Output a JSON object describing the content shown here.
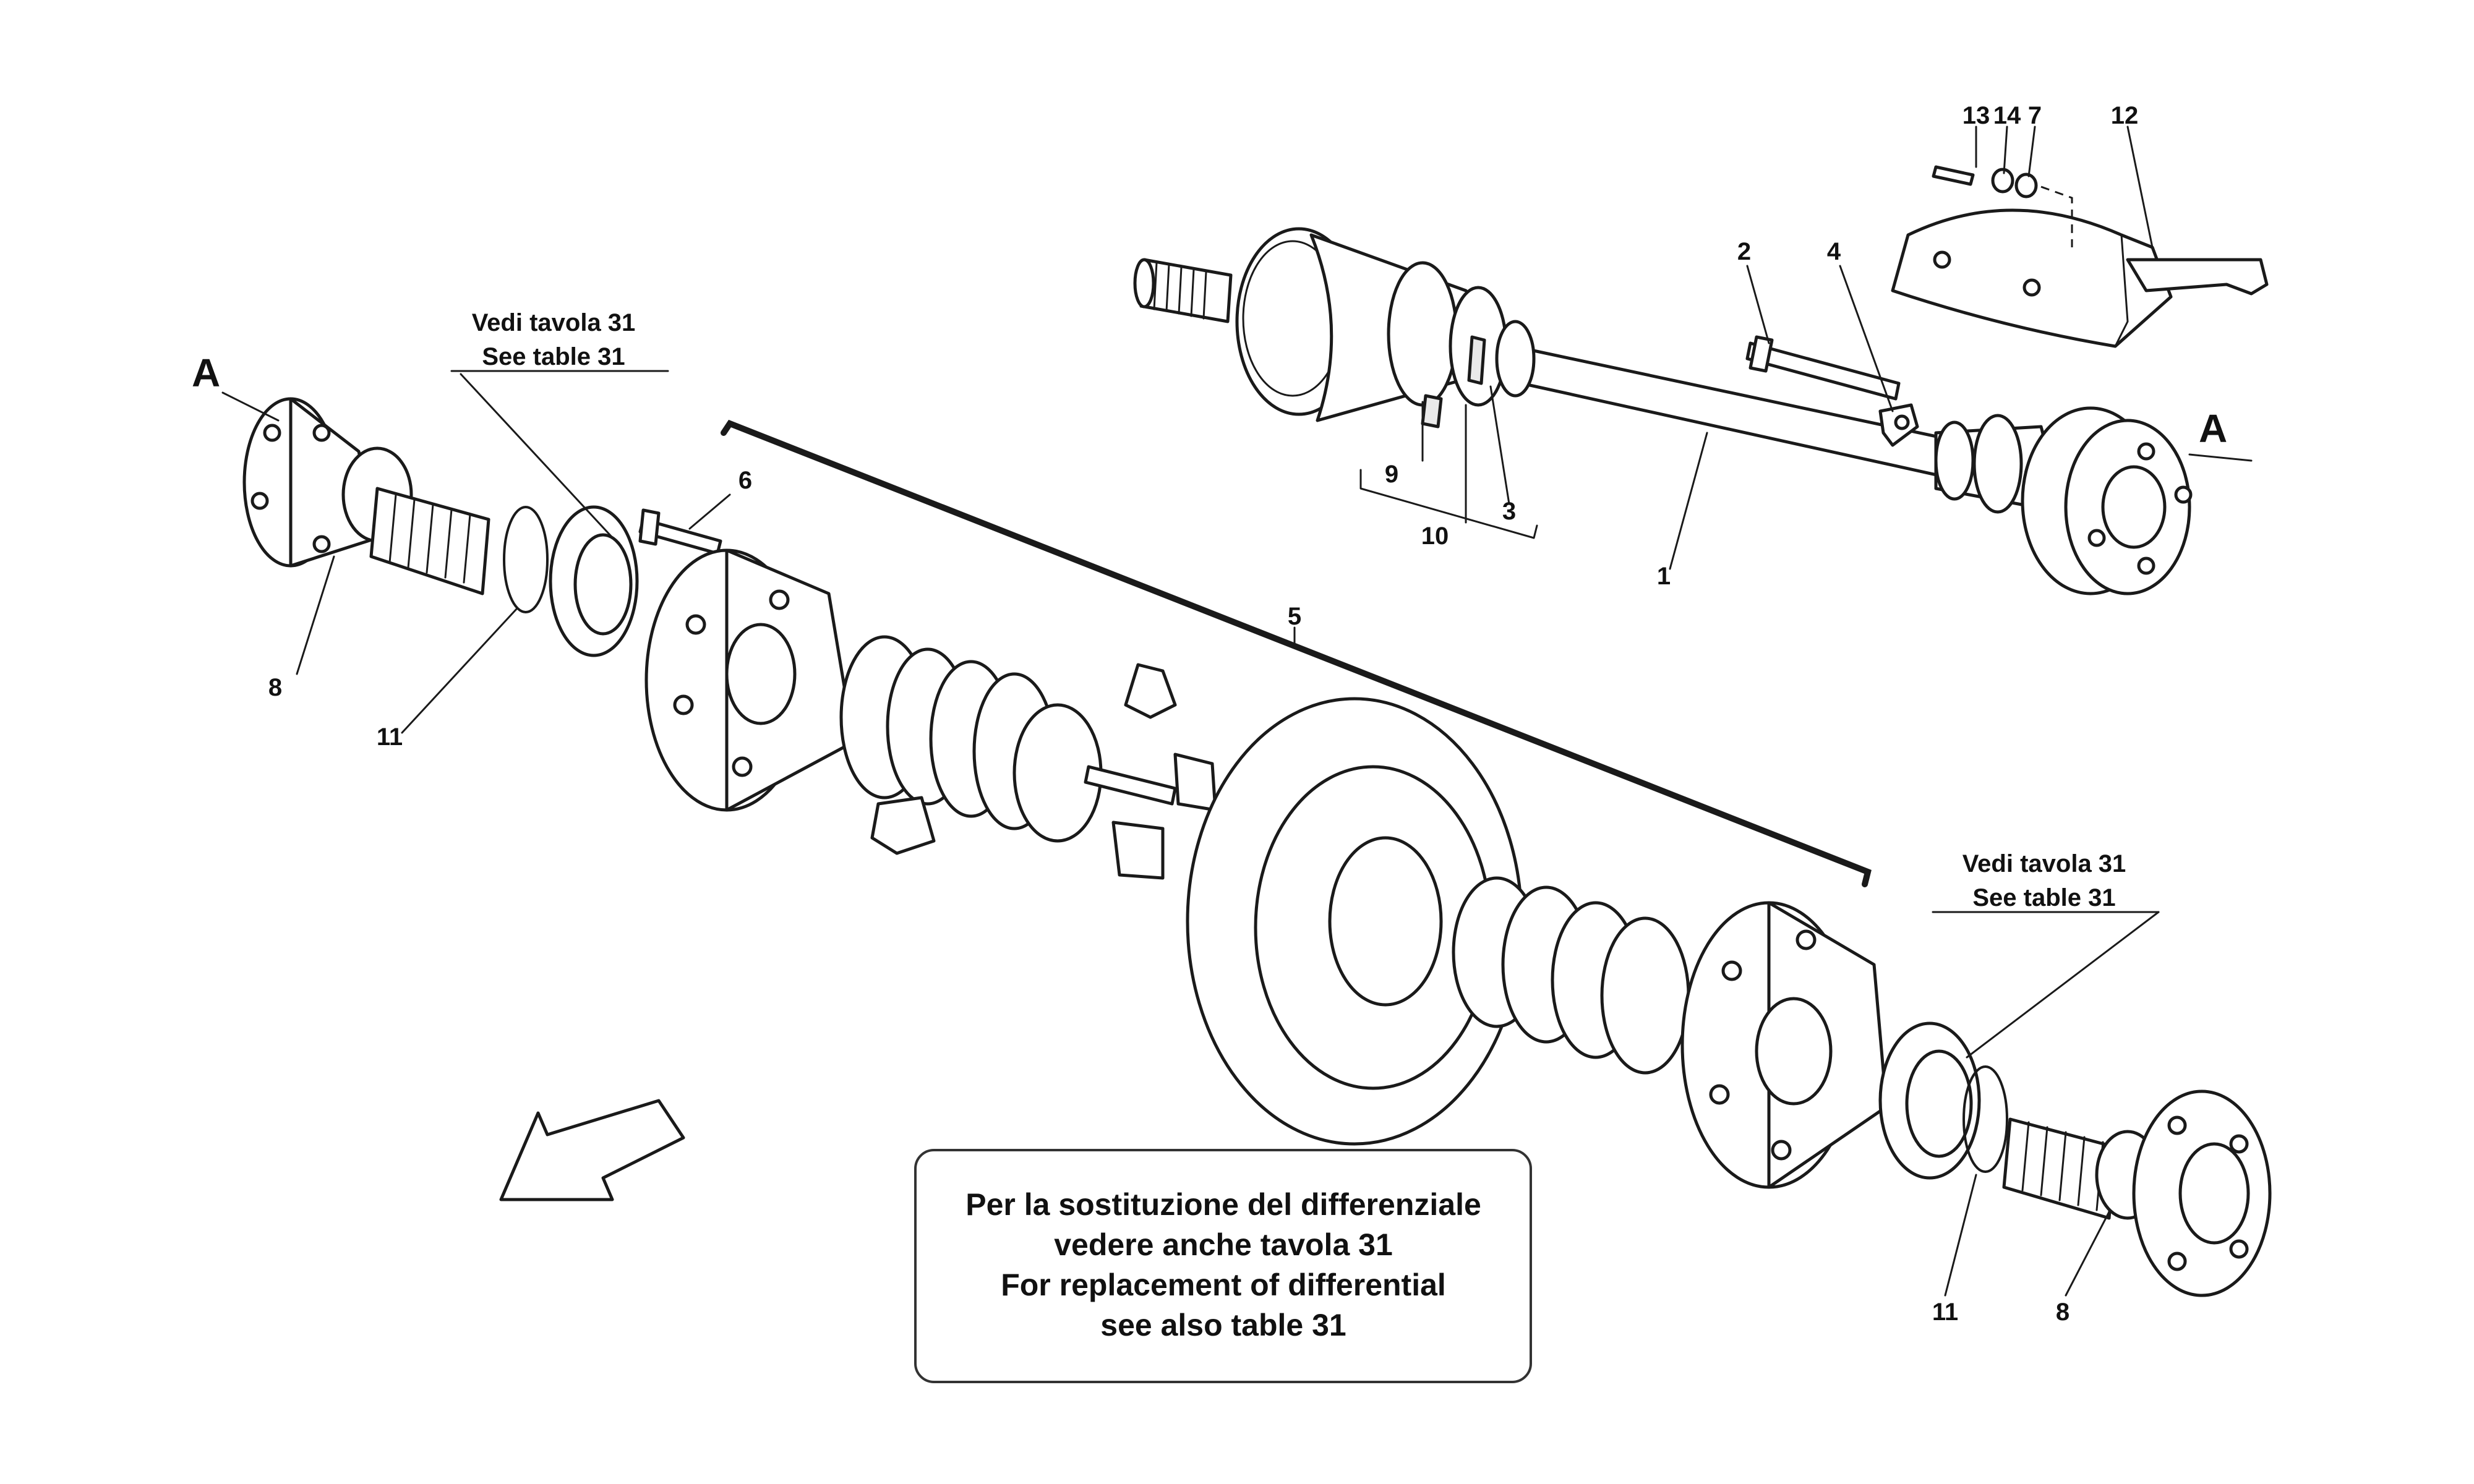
{
  "callouts": {
    "c1": "1",
    "c2": "2",
    "c3": "3",
    "c4": "4",
    "c5": "5",
    "c6": "6",
    "c7": "7",
    "c8_left": "8",
    "c8_right": "8",
    "c9": "9",
    "c10": "10",
    "c11_left": "11",
    "c11_right": "11",
    "c12": "12",
    "c13": "13",
    "c14": "14"
  },
  "markers": {
    "a_left": "A",
    "a_right": "A"
  },
  "references": {
    "left_it": "Vedi tavola 31",
    "left_en": "See table 31",
    "right_it": "Vedi tavola 31",
    "right_en": "See table 31"
  },
  "note": {
    "line1": "Per la sostituzione del differenziale",
    "line2": "vedere anche tavola 31",
    "line3": "For replacement of differential",
    "line4": "see  also table 31"
  },
  "icons": {
    "direction_arrow": "front-direction-arrow-icon"
  }
}
